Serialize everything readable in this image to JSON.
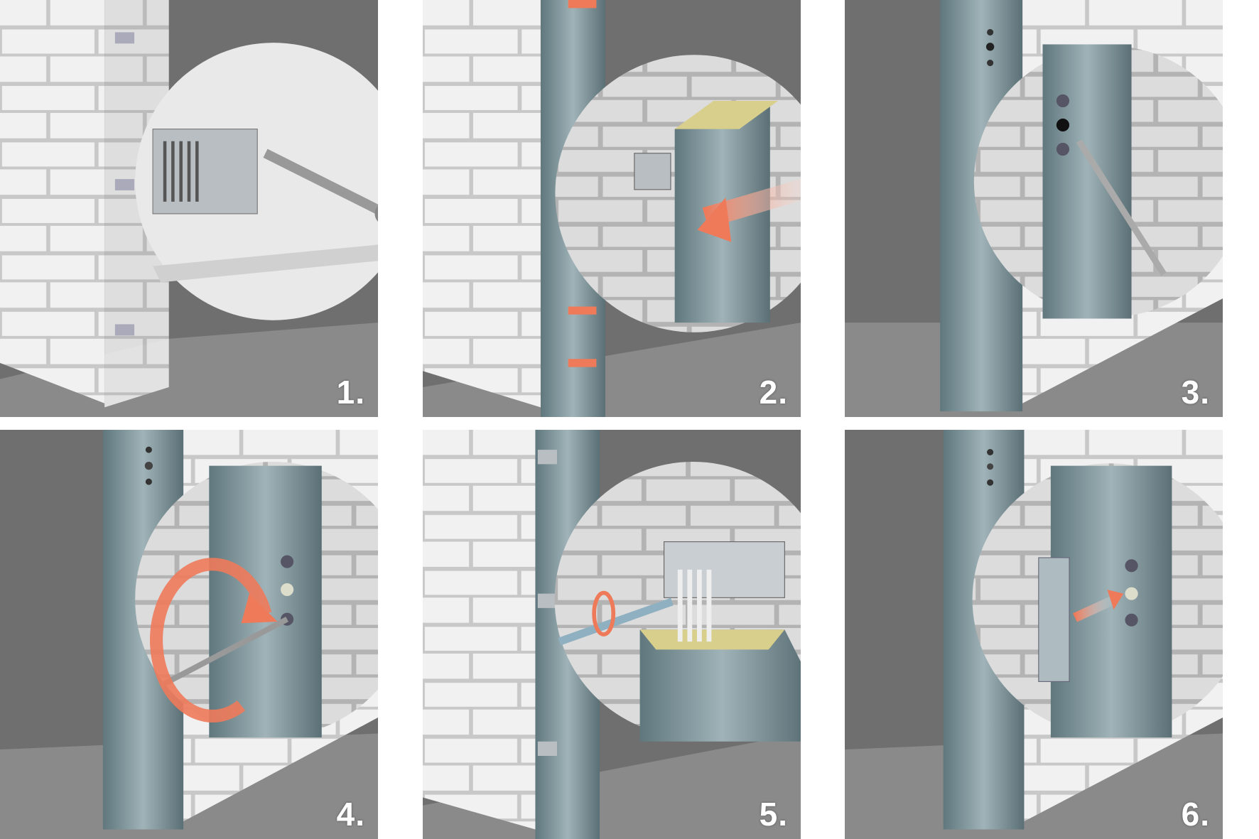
{
  "title": "Profile mounting steps",
  "steps": [
    {
      "label": "1.",
      "action": "fix-bracket"
    },
    {
      "label": "2.",
      "action": "slide-profile"
    },
    {
      "label": "3.",
      "action": "anchor-profile"
    },
    {
      "label": "4.",
      "action": "tighten-screw"
    },
    {
      "label": "5.",
      "action": "clamp-bracket"
    },
    {
      "label": "6.",
      "action": "insert-cap"
    }
  ],
  "colors": {
    "wall": "#f2f2f2",
    "mortar": "#c9c9c9",
    "profile": "#7f969c",
    "background": "#6f6f6f",
    "floor": "#8a8a8a",
    "arrow": "#ee7a5a",
    "insulation": "#d9cf8c"
  }
}
